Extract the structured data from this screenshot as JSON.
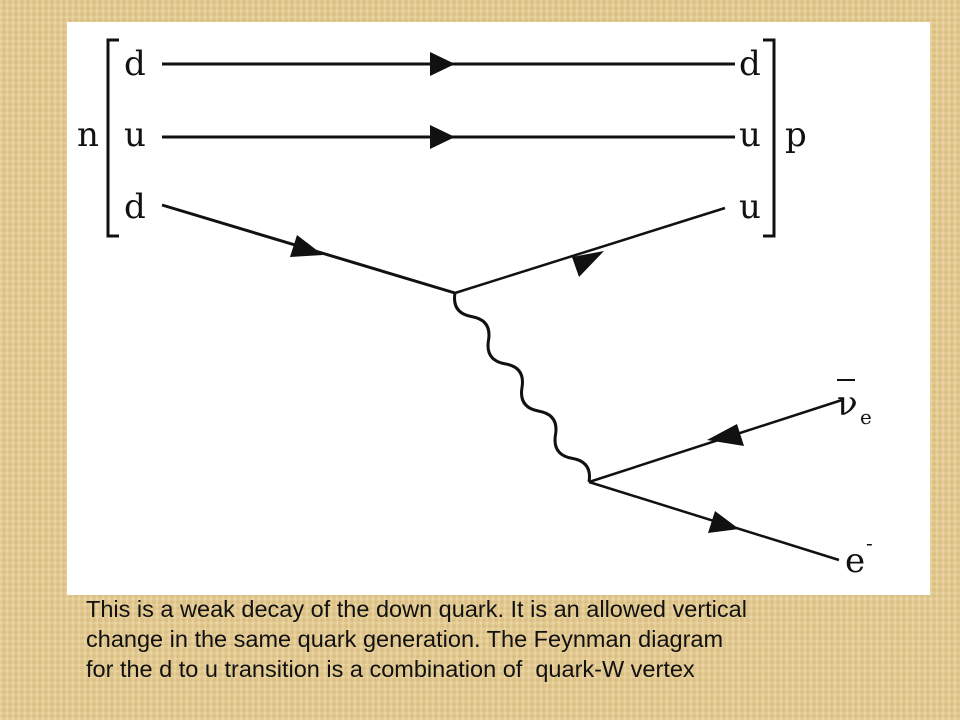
{
  "diagram": {
    "neutron_label": "n",
    "proton_label": "p",
    "left_quarks": [
      "d",
      "u",
      "d"
    ],
    "right_quarks": [
      "d",
      "u",
      "u"
    ],
    "antineutrino_symbol": "ν",
    "antineutrino_subscript": "e",
    "electron_symbol": "e",
    "electron_superscript": "-"
  },
  "caption": {
    "lines": [
      "This is a weak decay of the down quark. It is an allowed vertical",
      "change in the same quark generation. The Feynman diagram",
      "for the d to u transition is a combination of  quark-W vertex"
    ]
  }
}
